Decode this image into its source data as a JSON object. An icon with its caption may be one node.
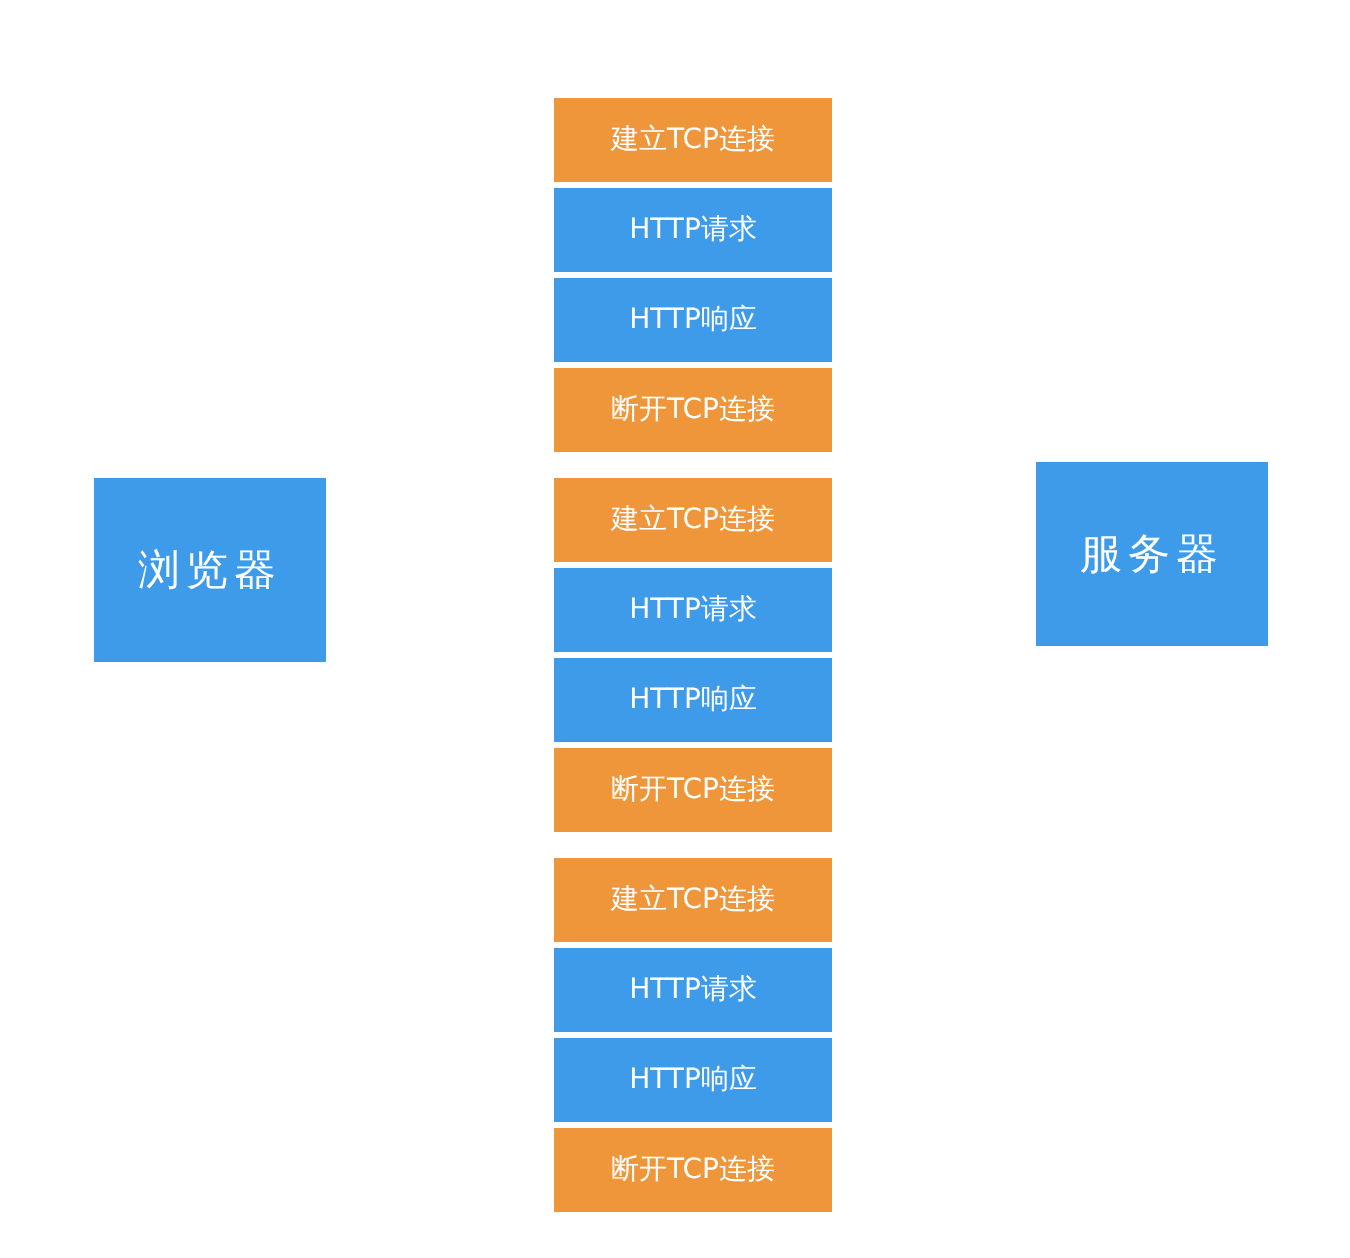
{
  "diagram": {
    "nodes": [
      {
        "text": [
          "浏览器"
        ]
      },
      {
        "text": [
          "建立TCP连接"
        ]
      },
      {
        "text": [
          "HTTP请求"
        ]
      },
      {
        "text": [
          "HTTP响应"
        ]
      },
      {
        "text": [
          "断开TCP连接"
        ]
      },
      {
        "text": [
          "建立TCP连接"
        ]
      },
      {
        "text": [
          "HTTP请求"
        ]
      },
      {
        "text": [
          "HTTP响应"
        ]
      },
      {
        "text": [
          "断开TCP连接"
        ]
      },
      {
        "text": [
          "建立TCP连接"
        ]
      },
      {
        "text": [
          "HTTP请求"
        ]
      },
      {
        "text": [
          "HTTP响应"
        ]
      },
      {
        "text": [
          "断开TCP连接"
        ]
      },
      {
        "text": [
          "服务器"
        ]
      }
    ]
  }
}
